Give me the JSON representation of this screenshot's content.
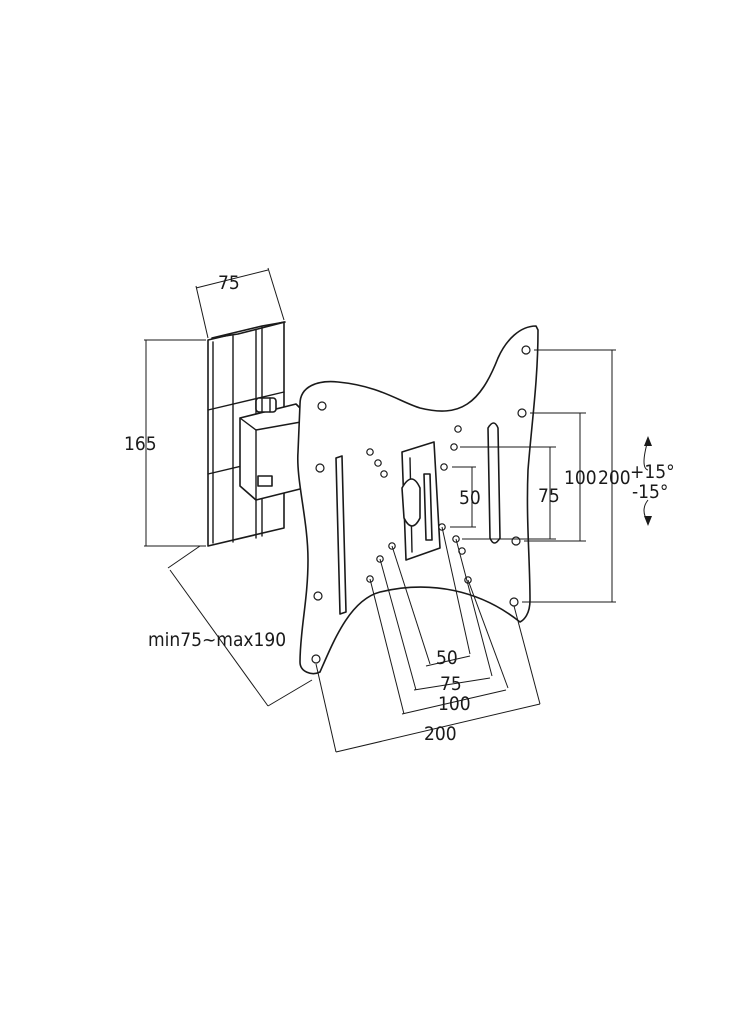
{
  "dimensions": {
    "arm_width": "75",
    "arm_height": "165",
    "wall_distance": "min75~max190",
    "hole_h_50": "50",
    "hole_h_75": "75",
    "hole_h_100": "100",
    "hole_h_200": "200",
    "hole_v_50": "50",
    "hole_v_75": "75",
    "hole_v_100": "100",
    "hole_v_200": "200",
    "tilt_up": "+15°",
    "tilt_down": "-15°"
  },
  "colors": {
    "ink": "#1a1a1a",
    "background": "#ffffff"
  }
}
